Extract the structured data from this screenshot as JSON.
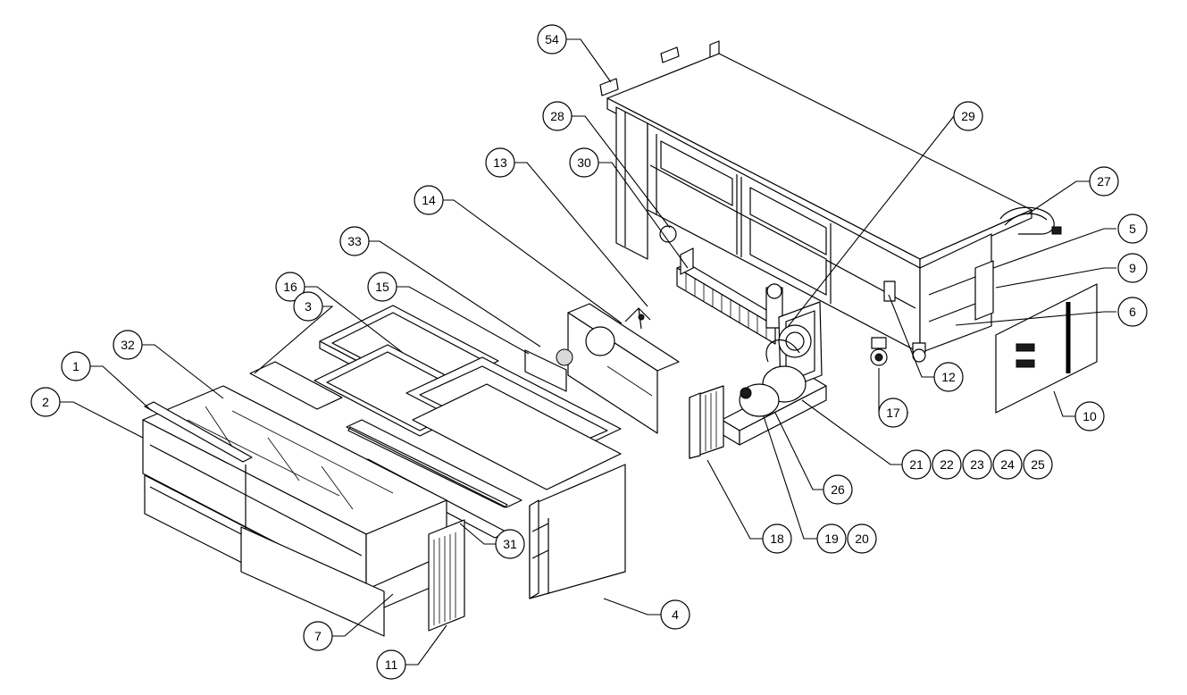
{
  "callouts": [
    {
      "id": "c54",
      "label": "54"
    },
    {
      "id": "c28",
      "label": "28"
    },
    {
      "id": "c29",
      "label": "29"
    },
    {
      "id": "c13",
      "label": "13"
    },
    {
      "id": "c30",
      "label": "30"
    },
    {
      "id": "c27",
      "label": "27"
    },
    {
      "id": "c14",
      "label": "14"
    },
    {
      "id": "c5",
      "label": "5"
    },
    {
      "id": "c33",
      "label": "33"
    },
    {
      "id": "c9",
      "label": "9"
    },
    {
      "id": "c16",
      "label": "16"
    },
    {
      "id": "c15",
      "label": "15"
    },
    {
      "id": "c3",
      "label": "3"
    },
    {
      "id": "c6",
      "label": "6"
    },
    {
      "id": "c32",
      "label": "32"
    },
    {
      "id": "c1",
      "label": "1"
    },
    {
      "id": "c12",
      "label": "12"
    },
    {
      "id": "c2",
      "label": "2"
    },
    {
      "id": "c17",
      "label": "17"
    },
    {
      "id": "c10",
      "label": "10"
    },
    {
      "id": "c21",
      "label": "21"
    },
    {
      "id": "c22",
      "label": "22"
    },
    {
      "id": "c23",
      "label": "23"
    },
    {
      "id": "c24",
      "label": "24"
    },
    {
      "id": "c25",
      "label": "25"
    },
    {
      "id": "c26",
      "label": "26"
    },
    {
      "id": "c18",
      "label": "18"
    },
    {
      "id": "c19",
      "label": "19"
    },
    {
      "id": "c20",
      "label": "20"
    },
    {
      "id": "c31",
      "label": "31"
    },
    {
      "id": "c4",
      "label": "4"
    },
    {
      "id": "c7",
      "label": "7"
    },
    {
      "id": "c11",
      "label": "11"
    }
  ]
}
